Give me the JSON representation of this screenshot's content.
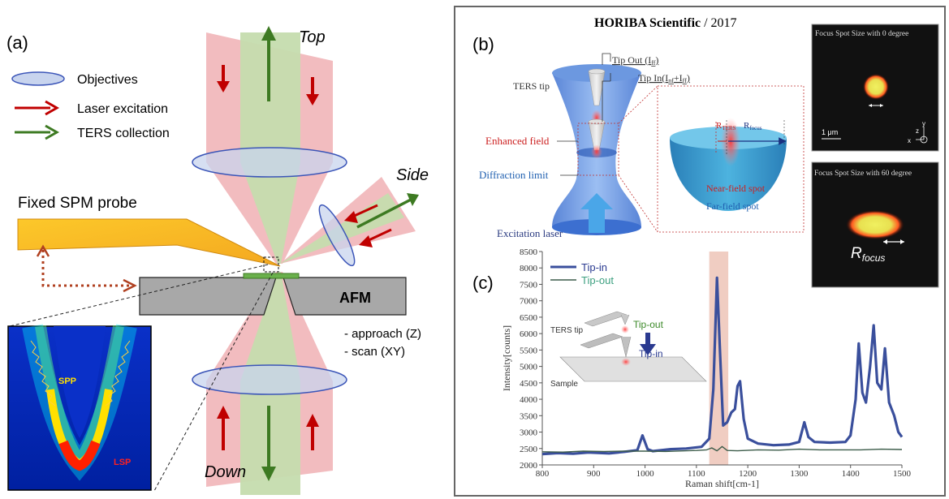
{
  "panel_a": {
    "label": "(a)",
    "legend": {
      "objectives": "Objectives",
      "laser": "Laser excitation",
      "ters": "TERS collection"
    },
    "top": "Top",
    "side": "Side",
    "down": "Down",
    "probe": "Fixed SPM probe",
    "afm": "AFM",
    "approach": "- approach (Z)",
    "scan": "- scan (XY)",
    "spp": "SPP",
    "lsp": "LSP"
  },
  "panel_b": {
    "label": "(b)",
    "credit_bold": "HORIBA Scientific",
    "credit_year": " / 2017",
    "ters_tip": "TERS tip",
    "tip_out": "Tip Out (I",
    "tip_out_sub": "ff",
    "tip_in": "Tip In(I",
    "tip_in_sub1": "nf",
    "tip_in_mid": "+I",
    "tip_in_sub2": "ff",
    "enhanced_field": "Enhanced field",
    "diffraction_limit": "Diffraction limit",
    "excitation_laser": "Excitation laser",
    "near_field": "Near-field spot",
    "far_field": "Far-field spot",
    "r_ters": "R",
    "r_ters_sub": "TERS",
    "r_focus": "R",
    "r_focus_sub": "focus",
    "spot0_title": "Focus Spot Size with 0 degree",
    "scale_bar": "1 μm",
    "axis_x": "x",
    "axis_y": "y",
    "axis_z": "z",
    "spot60_title": "Focus Spot Size with 60 degree",
    "rfocus_big": "R",
    "rfocus_big_sub": "focus"
  },
  "panel_c": {
    "label": "(c)",
    "inset_tip_out": "Tip-out",
    "inset_tip_in": "Tip-in",
    "inset_ters_tip": "TERS tip",
    "inset_sample": "Sample"
  },
  "colors": {
    "laser_red": "#c00000",
    "ters_green": "#3d7a22",
    "pink_beam": "#f0b0b4",
    "green_beam": "#c5dcae",
    "tip_in_line": "#3a4f9c",
    "tip_out_line": "#3c5c4a",
    "highlight_band": "#eab8a8"
  },
  "chart_data": {
    "type": "line",
    "xlabel": "Raman shift[cm-1]",
    "ylabel": "Intensity[counts]",
    "xlim": [
      800,
      1500
    ],
    "ylim": [
      2000,
      8500
    ],
    "xticks": [
      800,
      900,
      1000,
      1100,
      1200,
      1300,
      1400,
      1500
    ],
    "yticks": [
      2000,
      2500,
      3000,
      3500,
      4000,
      4500,
      5000,
      5500,
      6000,
      6500,
      7000,
      7500,
      8000,
      8500
    ],
    "legend_position": "top-left",
    "highlight_range": [
      1125,
      1162
    ],
    "series": [
      {
        "name": "Tip-in",
        "color": "#3a4f9c",
        "x": [
          800,
          830,
          860,
          890,
          930,
          960,
          985,
          995,
          1005,
          1015,
          1050,
          1080,
          1110,
          1125,
          1133,
          1140,
          1146,
          1152,
          1160,
          1168,
          1175,
          1180,
          1185,
          1192,
          1200,
          1220,
          1250,
          1280,
          1300,
          1310,
          1318,
          1330,
          1360,
          1390,
          1400,
          1410,
          1416,
          1423,
          1430,
          1438,
          1445,
          1452,
          1460,
          1467,
          1475,
          1485,
          1493,
          1500
        ],
        "y": [
          2330,
          2360,
          2340,
          2380,
          2350,
          2400,
          2450,
          2900,
          2480,
          2420,
          2480,
          2500,
          2550,
          2800,
          4300,
          7700,
          5400,
          3200,
          3300,
          3600,
          3700,
          4400,
          4550,
          3400,
          2800,
          2650,
          2600,
          2620,
          2700,
          3300,
          2850,
          2700,
          2680,
          2700,
          2900,
          4000,
          5700,
          4200,
          3900,
          5000,
          6250,
          4500,
          4300,
          5550,
          3900,
          3500,
          3000,
          2850
        ]
      },
      {
        "name": "Tip-out",
        "color": "#3c5c4a",
        "x": [
          800,
          840,
          880,
          920,
          960,
          1000,
          1040,
          1080,
          1100,
          1120,
          1130,
          1140,
          1150,
          1160,
          1180,
          1220,
          1260,
          1300,
          1340,
          1380,
          1420,
          1460,
          1500
        ],
        "y": [
          2400,
          2390,
          2420,
          2410,
          2420,
          2420,
          2410,
          2430,
          2440,
          2460,
          2520,
          2430,
          2560,
          2440,
          2430,
          2460,
          2450,
          2480,
          2460,
          2460,
          2460,
          2480,
          2470
        ]
      }
    ]
  }
}
